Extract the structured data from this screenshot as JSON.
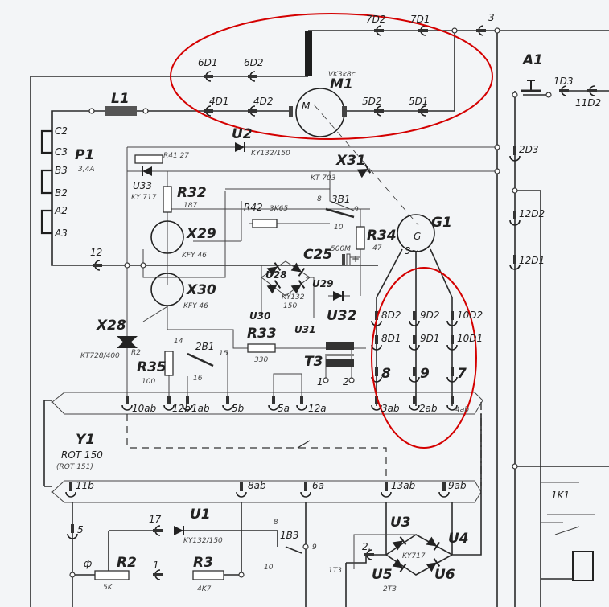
{
  "labels": {
    "d6d1": "6D1",
    "d6d2": "6D2",
    "d7d2": "7D2",
    "d7d1": "7D1",
    "t3": "3",
    "m1": "M1",
    "m1_type": "VK3k8c",
    "m1_sym": "M",
    "d4d1": "4D1",
    "d4d2": "4D2",
    "d5d2": "5D2",
    "d5d1": "5D1",
    "l1": "L1",
    "u2": "U2",
    "u2_type": "KY132/150",
    "c2": "C2",
    "c3": "C3",
    "b3": "B3",
    "b2": "B2",
    "a2": "A2",
    "a3": "A3",
    "p1": "P1",
    "p1_val": "3,4A",
    "r41": "R41 27",
    "u33": "U33",
    "u33_type": "KY 717",
    "r32": "R32",
    "r32_val": "187",
    "x31": "X31",
    "x31_type": "KT 703",
    "r42": "R42",
    "r42_val": "3K65",
    "x29": "X29",
    "x29_type": "KFY 46",
    "x30": "X30",
    "x30_type": "KFY 46",
    "n12": "12",
    "sw3b1": "3B1",
    "p8": "8",
    "p9": "9",
    "p10": "10",
    "r34": "R34",
    "r34_val": "47",
    "c25": "C25",
    "c25_val": "500M",
    "plus": "+",
    "u28": "U28",
    "u29": "U29",
    "u30": "U30",
    "u31": "U31",
    "u32": "U32",
    "bridge_type": "KY132",
    "bridge_type2": "150",
    "g1": "G1",
    "g1_sym": "G",
    "g1_ac": "3~",
    "x28": "X28",
    "x28_type": "KT728/400",
    "r2tag": "R2",
    "r33": "R33",
    "r33_val": "330",
    "r35": "R35",
    "r35_val": "100",
    "sw2b1": "2B1",
    "p14": "14",
    "p15": "15",
    "p16": "16",
    "t3x": "T3",
    "t3_1": "1",
    "t3_2": "2",
    "c10ab": "10ab",
    "c12b": "12b",
    "c1ab": "1ab",
    "c5b": "5b",
    "c5a": "5a",
    "c12a": "12a",
    "c3ab": "3ab",
    "c2ab": "2ab",
    "c4ab": "4ab",
    "d8d2": "8D2",
    "d9d2": "9D2",
    "d10d2": "10D2",
    "d8d1": "8D1",
    "d9d1": "9D1",
    "d10d1": "10D1",
    "n8": "8",
    "n9": "9",
    "n7": "7",
    "y1": "Y1",
    "y1_type": "ROT 150",
    "y1_alt": "(ROT 151)",
    "c11b": "11b",
    "c8ab": "8ab",
    "c6a": "6a",
    "c13ab": "13ab",
    "c9ab": "9ab",
    "a1": "A1",
    "d1d3": "1D3",
    "d11d2": "11D2",
    "d2d3": "2D3",
    "d12d2": "12D2",
    "d12d1": "12D1",
    "k1": "1K1",
    "n5": "5",
    "n17": "17",
    "u1": "U1",
    "u1_type": "KY132/150",
    "sw1b3": "1B3",
    "q8": "8",
    "q9": "9",
    "q10": "10",
    "r2": "R2",
    "r2_val": "5K",
    "n1": "1",
    "r3": "R3",
    "r3_val": "4K7",
    "u3": "U3",
    "u4": "U4",
    "u5": "U5",
    "u6": "U6",
    "u36_type": "KY717",
    "n2": "2.",
    "t1t3": "1T3",
    "t2t3": "2T3"
  },
  "colors": {
    "annotation": "#d40000",
    "ink": "#222222",
    "paper": "#f3f5f7"
  }
}
